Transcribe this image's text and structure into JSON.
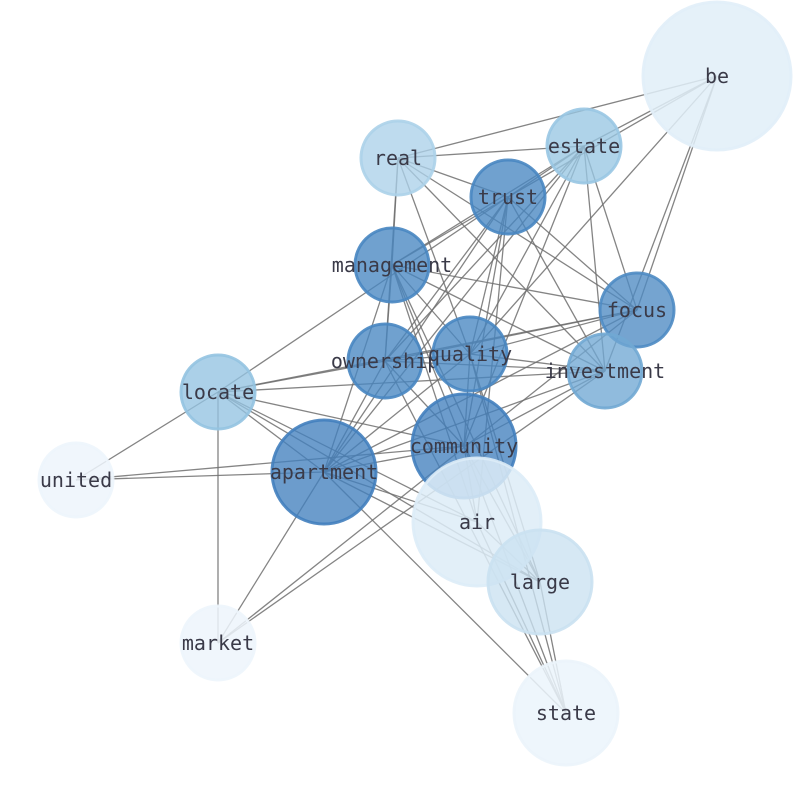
{
  "nodes": [
    {
      "id": "be",
      "label": "be",
      "level": 0.08
    },
    {
      "id": "estate",
      "label": "estate",
      "level": 0.45
    },
    {
      "id": "real",
      "label": "real",
      "level": 0.35
    },
    {
      "id": "trust",
      "label": "trust",
      "level": 0.85
    },
    {
      "id": "management",
      "label": "management",
      "level": 0.85
    },
    {
      "id": "focus",
      "label": "focus",
      "level": 0.82
    },
    {
      "id": "ownership",
      "label": "ownership",
      "level": 0.85
    },
    {
      "id": "quality",
      "label": "quality",
      "level": 0.85
    },
    {
      "id": "investment",
      "label": "investment",
      "level": 0.65
    },
    {
      "id": "locate",
      "label": "locate",
      "level": 0.48
    },
    {
      "id": "community",
      "label": "community",
      "level": 0.88
    },
    {
      "id": "united",
      "label": "united",
      "level": 0.02
    },
    {
      "id": "apartment",
      "label": "apartment",
      "level": 0.88
    },
    {
      "id": "air",
      "label": "air",
      "level": 0.1
    },
    {
      "id": "large",
      "label": "large",
      "level": 0.2
    },
    {
      "id": "market",
      "label": "market",
      "level": 0.02
    },
    {
      "id": "state",
      "label": "state",
      "level": 0.03
    }
  ],
  "edges": [
    [
      "be",
      "real"
    ],
    [
      "be",
      "estate"
    ],
    [
      "be",
      "trust"
    ],
    [
      "be",
      "focus"
    ],
    [
      "be",
      "investment"
    ],
    [
      "be",
      "quality"
    ],
    [
      "real",
      "estate"
    ],
    [
      "real",
      "trust"
    ],
    [
      "real",
      "management"
    ],
    [
      "real",
      "ownership"
    ],
    [
      "real",
      "focus"
    ],
    [
      "real",
      "investment"
    ],
    [
      "real",
      "quality"
    ],
    [
      "estate",
      "trust"
    ],
    [
      "estate",
      "management"
    ],
    [
      "estate",
      "focus"
    ],
    [
      "estate",
      "investment"
    ],
    [
      "estate",
      "ownership"
    ],
    [
      "estate",
      "community"
    ],
    [
      "estate",
      "apartment"
    ],
    [
      "estate",
      "quality"
    ],
    [
      "trust",
      "management"
    ],
    [
      "trust",
      "focus"
    ],
    [
      "trust",
      "investment"
    ],
    [
      "trust",
      "ownership"
    ],
    [
      "trust",
      "quality"
    ],
    [
      "trust",
      "apartment"
    ],
    [
      "trust",
      "community"
    ],
    [
      "trust",
      "locate"
    ],
    [
      "trust",
      "air"
    ],
    [
      "management",
      "focus"
    ],
    [
      "management",
      "investment"
    ],
    [
      "management",
      "ownership"
    ],
    [
      "management",
      "quality"
    ],
    [
      "management",
      "apartment"
    ],
    [
      "management",
      "community"
    ],
    [
      "management",
      "large"
    ],
    [
      "management",
      "air"
    ],
    [
      "focus",
      "quality"
    ],
    [
      "focus",
      "ownership"
    ],
    [
      "focus",
      "apartment"
    ],
    [
      "focus",
      "locate"
    ],
    [
      "focus",
      "market"
    ],
    [
      "ownership",
      "quality"
    ],
    [
      "ownership",
      "investment"
    ],
    [
      "ownership",
      "community"
    ],
    [
      "ownership",
      "locate"
    ],
    [
      "ownership",
      "apartment"
    ],
    [
      "ownership",
      "state"
    ],
    [
      "quality",
      "investment"
    ],
    [
      "quality",
      "community"
    ],
    [
      "quality",
      "apartment"
    ],
    [
      "quality",
      "state"
    ],
    [
      "quality",
      "large"
    ],
    [
      "investment",
      "locate"
    ],
    [
      "investment",
      "apartment"
    ],
    [
      "investment",
      "community"
    ],
    [
      "investment",
      "market"
    ],
    [
      "locate",
      "community"
    ],
    [
      "locate",
      "united"
    ],
    [
      "locate",
      "market"
    ],
    [
      "locate",
      "air"
    ],
    [
      "locate",
      "large"
    ],
    [
      "locate",
      "apartment"
    ],
    [
      "community",
      "apartment"
    ],
    [
      "community",
      "united"
    ],
    [
      "community",
      "state"
    ],
    [
      "community",
      "large"
    ],
    [
      "community",
      "air"
    ],
    [
      "apartment",
      "united"
    ],
    [
      "apartment",
      "market"
    ],
    [
      "apartment",
      "large"
    ],
    [
      "apartment",
      "state"
    ],
    [
      "apartment",
      "air"
    ],
    [
      "air",
      "state"
    ],
    [
      "large",
      "state"
    ],
    [
      "air",
      "large"
    ]
  ],
  "colors": {
    "scale_light": "#f1f7fd",
    "scale_mid": "#8fc1e0",
    "scale_dark": "#2a6cb3",
    "edge": "#6e6e6e",
    "label": "#3a3a48"
  }
}
